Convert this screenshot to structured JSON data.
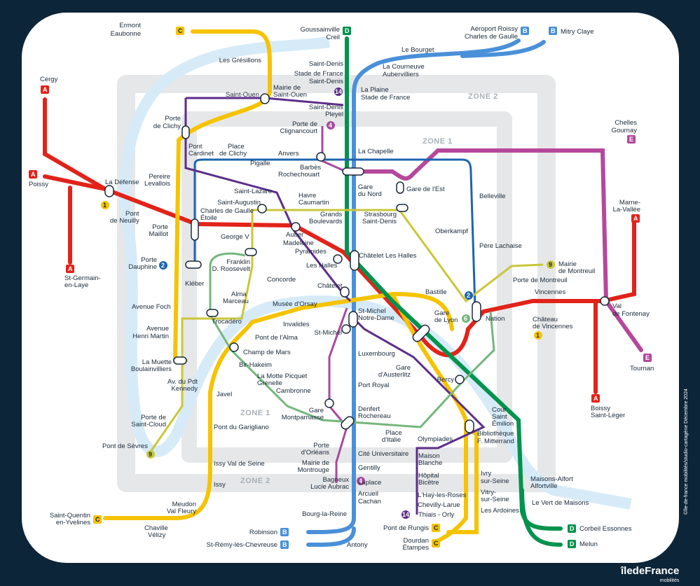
{
  "zones": {
    "zone1": "ZONE 1",
    "zone2": "ZONE 2"
  },
  "lines": {
    "A": {
      "letter": "A",
      "color": "#e2231a"
    },
    "B": {
      "letter": "B",
      "color": "#4a90d9"
    },
    "C": {
      "letter": "C",
      "color": "#f5c300"
    },
    "D": {
      "letter": "D",
      "color": "#00934d"
    },
    "E": {
      "letter": "E",
      "color": "#b5489b"
    },
    "m2": {
      "number": "2",
      "color": "#1e64b0"
    },
    "m4": {
      "number": "4",
      "color": "#a64b9e"
    },
    "m6": {
      "number": "6",
      "color": "#74b67d"
    },
    "m9": {
      "number": "9",
      "color": "#c9c73a"
    },
    "m14": {
      "number": "14",
      "color": "#5d2e8a"
    },
    "t1": {
      "number": "1",
      "color": "#f5c300"
    }
  },
  "stations": {
    "ermont": "Ermont",
    "eaubonne": "Eaubonne",
    "goussainville": "Goussainville",
    "creil": "Creil",
    "roissy1": "Aéroport Roissy",
    "roissy2": "Charles de Gaulle",
    "mitry": "Mitry Claye",
    "le_bourget": "Le Bourget",
    "la_courneuve1": "La Courneuve",
    "la_courneuve2": "Aubervilliers",
    "les_gresillons": "Les Grésillons",
    "saint_denis": "Saint-Denis",
    "stade1": "Stade de France",
    "stade2": "Saint-Denis",
    "plaine1": "La Plaine",
    "plaine2": "Stade de France",
    "mairie_so1": "Mairie de",
    "mairie_so2": "Saint-Ouen",
    "saint_ouen": "Saint-Ouen",
    "sd_pleyel1": "Saint-Denis",
    "sd_pleyel2": "Pleyel",
    "cergy": "Cergy",
    "porte_clichy1": "Porte",
    "porte_clichy2": "de Clichy",
    "porte_clign1": "Porte de",
    "porte_clign2": "Clignancourt",
    "zone2_top": "ZONE 2",
    "chelles1": "Chelles",
    "chelles2": "Gournay",
    "zone1_top": "ZONE 1",
    "pont_cardinet1": "Pont",
    "pont_cardinet2": "Cardinet",
    "place_clichy1": "Place",
    "place_clichy2": "de Clichy",
    "anvers": "Anvers",
    "pigalle": "Pigalle",
    "barbes1": "Barbès",
    "barbes2": "Rochechouart",
    "la_chapelle": "La Chapelle",
    "poissy": "Poissy",
    "pereire1": "Pereire",
    "pereire2": "Levallois",
    "la_defense": "La Défense",
    "gare_nord1": "Gare",
    "gare_nord2": "du Nord",
    "gare_est": "Gare de l'Est",
    "belleville": "Belleville",
    "marne1": "Marne-",
    "marne2": "La-Vallée",
    "saint_lazare": "Saint-Lazare",
    "saint_augustin": "Saint-Augustin",
    "havre1": "Havre",
    "havre2": "Caumartin",
    "cdg_etoile1": "Charles de Gaulle",
    "cdg_etoile2": "Étoile",
    "grands_blvds1": "Grands",
    "grands_blvds2": "Boulevards",
    "strasbourg1": "Strasbourg",
    "strasbourg2": "Saint-Denis",
    "oberkampf": "Oberkampf",
    "pont_neuilly1": "Pont",
    "pont_neuilly2": "de Neuilly",
    "porte_maillot1": "Porte",
    "porte_maillot2": "Maillot",
    "george_v": "George V",
    "auber": "Auber",
    "madeleine": "Madeleine",
    "pyramides": "Pyramides",
    "chatelet_lh": "Châtelet Les Halles",
    "pere_lachaise": "Père Lachaise",
    "st_germain1": "St-Germain-",
    "st_germain2": "en-Laye",
    "porte_dauphine1": "Porte",
    "porte_dauphine2": "Dauphine",
    "franklin1": "Franklin",
    "franklin2": "D. Roosevelt",
    "les_halles": "Les Halles",
    "mairie_montreuil1": "Mairie",
    "mairie_montreuil2": "de Montreuil",
    "kleber": "Kléber",
    "concorde": "Concorde",
    "chatelet": "Châtelet",
    "porte_montreuil": "Porte de Montreuil",
    "alma1": "Alma",
    "alma2": "Marceau",
    "bastille": "Bastille",
    "vincennes": "Vincennes",
    "avenue_foch": "Avenue Foch",
    "musee_orsay": "Musée d'Orsay",
    "st_michel1": "St-Michel",
    "st_michel2": "Notre-Dame",
    "gare_lyon1": "Gare",
    "gare_lyon2": "de Lyon",
    "nation": "Nation",
    "trocadero": "Trocadéro",
    "invalides": "Invalides",
    "st_michel_b": "St-Michel",
    "chateau_v1": "Château",
    "chateau_v2": "de Vincennes",
    "val_fontenay1": "Val",
    "val_fontenay2": "de Fontenay",
    "avenue_hm1": "Avenue",
    "avenue_hm2": "Henri Martin",
    "pont_alma": "Pont de l'Alma",
    "champ_mars": "Champ de Mars",
    "luxembourg": "Luxembourg",
    "bir_hakeim": "Bir-Hakeim",
    "gare_austerlitz1": "Gare",
    "gare_austerlitz2": "d'Austerlitz",
    "la_muette1": "La Muette",
    "la_muette2": "Boulainvilliers",
    "av_pdt1": "Av. du Pdt",
    "av_pdt2": "Kennedy",
    "motte1": "La Motte Picquet",
    "motte2": "Grenelle",
    "bercy": "Bercy",
    "tournan": "Tournan",
    "port_royal": "Port Royal",
    "javel": "Javel",
    "cambronne": "Cambronne",
    "gare_mont1": "Gare",
    "gare_mont2": "Montparnasse",
    "denfert1": "Denfert",
    "denfert2": "Rochereau",
    "boissy1": "Boissy",
    "boissy2": "Saint-Léger",
    "porte_stcloud1": "Porte de",
    "porte_stcloud2": "Saint-Cloud",
    "cour_st_emilion1": "Cour",
    "cour_st_emilion2": "Saint",
    "cour_st_emilion3": "Émilion",
    "pont_garigliano": "Pont du Garigliano",
    "place_italie1": "Place",
    "place_italie2": "d'Italie",
    "bibliotheque1": "Bibliothèque",
    "bibliotheque2": "F. Mitterrand",
    "pont_sevres": "Pont de Sèvres",
    "porte_orleans1": "Porte",
    "porte_orleans2": "d'Orléans",
    "cite_univ": "Cité Universitaire",
    "olympiades": "Olympiades",
    "mairie_montrouge1": "Mairie de",
    "mairie_montrouge2": "Montrouge",
    "maison_blanche1": "Maison",
    "maison_blanche2": "Blanche",
    "issy_val": "Issy Val de Seine",
    "gentilly": "Gentilly",
    "hopital_bicetre1": "Hôpital",
    "hopital_bicetre2": "Bicêtre",
    "ivry1": "Ivry",
    "ivry2": "sur-Seine",
    "bagneux1": "Bagneux",
    "bagneux2": "Lucie Aubrac",
    "issy": "Issy",
    "laplace": "Laplace",
    "maisons_alfort1": "Maisons-Alfort",
    "maisons_alfort2": "Alfortville",
    "zone2_bottom": "ZONE 2",
    "lhay": "L'Haÿ-les-Roses",
    "vitry1": "Vitry-",
    "vitry2": "sur-Seine",
    "arcueil1": "Arcueil",
    "arcueil2": "Cachan",
    "le_vert": "Le Vert de Maisons",
    "chevilly": "Chevilly-Larue",
    "meudon1": "Meudon",
    "meudon2": "Val Fleury",
    "les_ardoines": "Les Ardoines",
    "st_quentin1": "Saint-Quentin",
    "st_quentin2": "en-Yvelines",
    "thiais": "Thiais - Orly",
    "bourg_reine": "Bourg-la-Reine",
    "pont_rungis": "Pont de Rungis",
    "chaville1": "Chaville",
    "chaville2": "Vélizy",
    "corbeil": "Corbeil Essonnes",
    "robinson": "Robinson",
    "dourdan1": "Dourdan",
    "dourdan2": "Étampes",
    "st_remy": "St-Rémy-lès-Chevreuse",
    "antony": "Antony",
    "melun": "Melun",
    "zone1_bottom": "ZONE 1"
  },
  "footer": {
    "logo_main": "îledeFrance",
    "logo_sub": "mobilités",
    "copyright": "©île-de-france mobilités/studio-cartagène Décembre 2024"
  }
}
